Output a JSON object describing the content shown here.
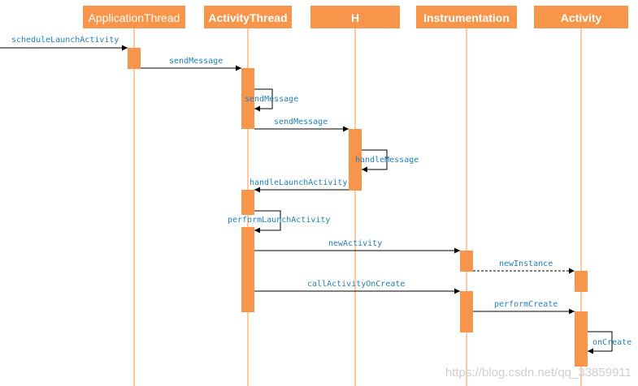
{
  "participants": [
    {
      "id": "app",
      "name": "ApplicationThread",
      "bold": false
    },
    {
      "id": "at",
      "name": "ActivityThread",
      "bold": true
    },
    {
      "id": "h",
      "name": "H",
      "bold": true
    },
    {
      "id": "ins",
      "name": "Instrumentation",
      "bold": true
    },
    {
      "id": "act",
      "name": "Activity",
      "bold": true
    }
  ],
  "messages": [
    {
      "id": "m1",
      "label": "scheduleLaunchActivity",
      "from": "ext",
      "to": "app",
      "style": "solid"
    },
    {
      "id": "m2",
      "label": "sendMessage",
      "from": "app",
      "to": "at",
      "style": "solid"
    },
    {
      "id": "m3",
      "label": "sendMessage",
      "from": "at",
      "to": "at",
      "style": "self"
    },
    {
      "id": "m4",
      "label": "sendMessage",
      "from": "at",
      "to": "h",
      "style": "solid"
    },
    {
      "id": "m5",
      "label": "handleMessage",
      "from": "h",
      "to": "h",
      "style": "self"
    },
    {
      "id": "m6",
      "label": "handleLaunchActivity",
      "from": "h",
      "to": "at",
      "style": "solid"
    },
    {
      "id": "m7",
      "label": "performLaunchActivity",
      "from": "at",
      "to": "at",
      "style": "self"
    },
    {
      "id": "m8",
      "label": "newActivity",
      "from": "at",
      "to": "ins",
      "style": "solid"
    },
    {
      "id": "m9",
      "label": "newInstance",
      "from": "ins",
      "to": "act",
      "style": "dashed"
    },
    {
      "id": "m10",
      "label": "callActivityOnCreate",
      "from": "at",
      "to": "ins",
      "style": "solid"
    },
    {
      "id": "m11",
      "label": "performCreate",
      "from": "ins",
      "to": "act",
      "style": "solid"
    },
    {
      "id": "m12",
      "label": "onCreate",
      "from": "act",
      "to": "act",
      "style": "self"
    }
  ],
  "watermark": "https://blog.csdn.net/qq_33859911"
}
